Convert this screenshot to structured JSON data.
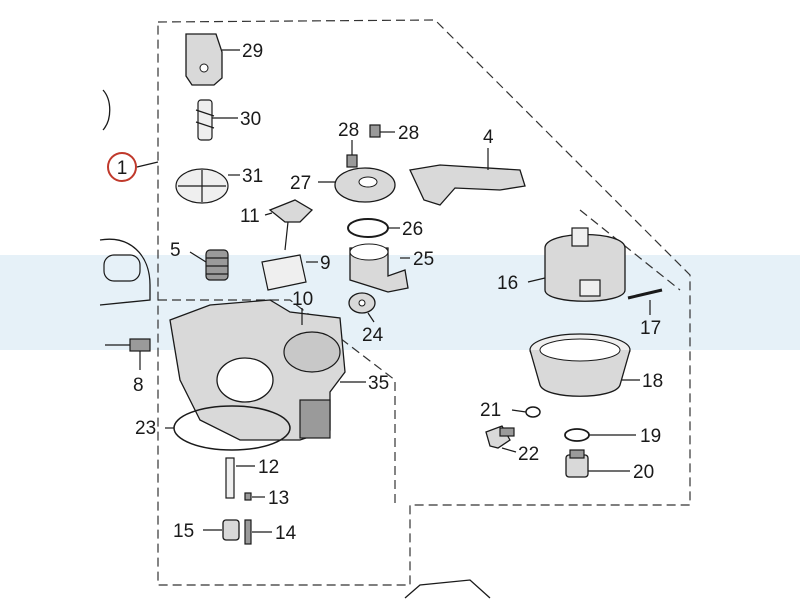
{
  "assembly_callout": "1",
  "assembly_callout_color": "#c0392b",
  "band_color": "#e6f1f8",
  "parts": [
    {
      "key": "p29",
      "label": "29"
    },
    {
      "key": "p30",
      "label": "30"
    },
    {
      "key": "p31",
      "label": "31"
    },
    {
      "key": "p28a",
      "label": "28"
    },
    {
      "key": "p28b",
      "label": "28"
    },
    {
      "key": "p4",
      "label": "4"
    },
    {
      "key": "p27",
      "label": "27"
    },
    {
      "key": "p11",
      "label": "11"
    },
    {
      "key": "p26",
      "label": "26"
    },
    {
      "key": "p5",
      "label": "5"
    },
    {
      "key": "p9",
      "label": "9"
    },
    {
      "key": "p25",
      "label": "25"
    },
    {
      "key": "p16",
      "label": "16"
    },
    {
      "key": "p10",
      "label": "10"
    },
    {
      "key": "p17",
      "label": "17"
    },
    {
      "key": "p24",
      "label": "24"
    },
    {
      "key": "p8",
      "label": "8"
    },
    {
      "key": "p35",
      "label": "35"
    },
    {
      "key": "p18",
      "label": "18"
    },
    {
      "key": "p21",
      "label": "21"
    },
    {
      "key": "p23",
      "label": "23"
    },
    {
      "key": "p19",
      "label": "19"
    },
    {
      "key": "p22",
      "label": "22"
    },
    {
      "key": "p12",
      "label": "12"
    },
    {
      "key": "p20",
      "label": "20"
    },
    {
      "key": "p13",
      "label": "13"
    },
    {
      "key": "p15",
      "label": "15"
    },
    {
      "key": "p14",
      "label": "14"
    }
  ]
}
